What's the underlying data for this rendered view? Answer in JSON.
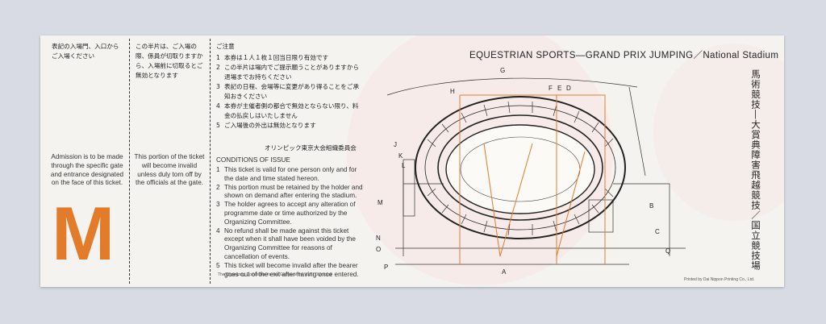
{
  "stub1": {
    "jp": "表記の入場門、入口からご入場ください",
    "en": "Admission is to be made through the specific gate and entrance designated on the face of this ticket.",
    "gate_letter": "M"
  },
  "stub2": {
    "jp": "この半片は、ご入場の際、係員が切取りますから、入場前に切取るとご無効となります",
    "en": "This portion of the ticket will become invalid unless duly torn off by the officials at the gate."
  },
  "notes": {
    "jp_title": "ご注意",
    "jp_items": [
      "本券は１人１枚１回当日限り有効です",
      "この半片は場内でご提示願うことがありますから退場までお持ちください",
      "表記の日程、会場等に変更があり得ることをご承知おきください",
      "本券が主催者側の都合で無効とならない限り、料金の払戻しはいたしません",
      "ご入場後の外出は無効となります"
    ],
    "jp_org": "オリンピック東京大会組織委員会",
    "en_title": "CONDITIONS OF ISSUE",
    "en_items": [
      "This ticket is valid for one person only and for the date and time stated hereon.",
      "This portion must be retained by the holder and shown on demand after entering the stadium.",
      "The holder agrees to accept any alteration of programme date or time authorized by the Organizing Committee.",
      "No refund shall be made against this ticket except when it shall have been voided by the Organizing Committee for reasons of cancellation of events.",
      "This ticket will become invalid after the bearer goes out of the exit after having once entered."
    ],
    "en_org": "The Organizing Committee for the Games of the XVIII Olympiad"
  },
  "header": "EQUESTRIAN SPORTS—GRAND PRIX JUMPING／National Stadium",
  "vertical_title": "馬術競技―大賞典障害飛越競技／国立競技場",
  "printer": "Printed by Dai Nippon Printing Co., Ltd.",
  "map_labels": [
    "G",
    "H",
    "F",
    "E",
    "D",
    "J",
    "K",
    "L",
    "M",
    "N",
    "O",
    "P",
    "A",
    "B",
    "C",
    "Q"
  ],
  "colors": {
    "orange": "#e37c2a",
    "ink": "#222222",
    "paper": "#f4f3ef"
  }
}
